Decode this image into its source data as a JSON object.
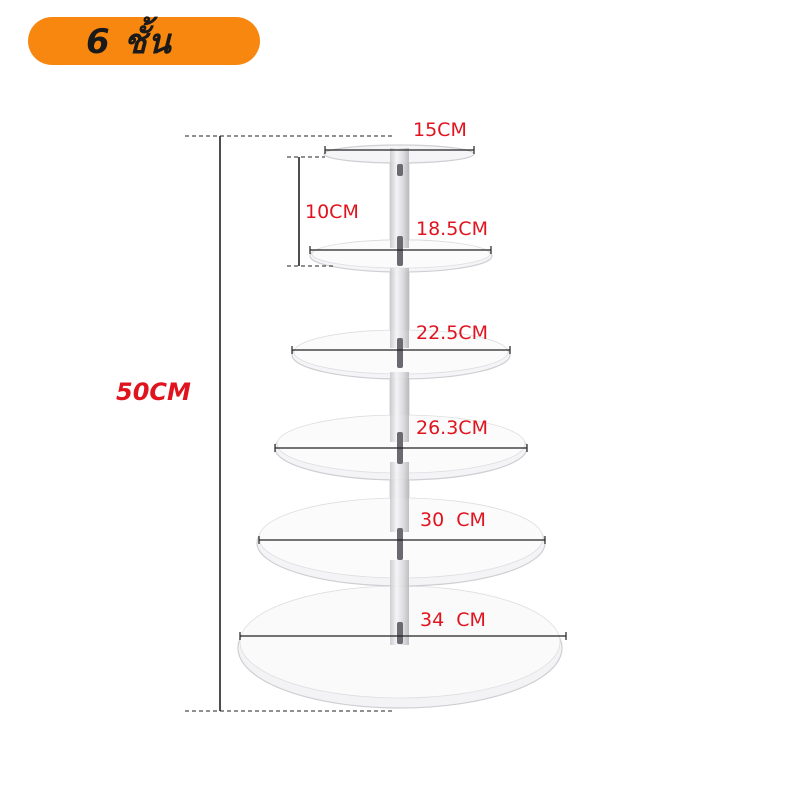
{
  "badge": {
    "text": "6 ชั้น",
    "color": "#f7870f"
  },
  "dimensions": {
    "total_height": "50CM",
    "tier_spacing": "10CM",
    "tiers": [
      {
        "diameter": "15CM"
      },
      {
        "diameter": "18.5CM"
      },
      {
        "diameter": "22.5CM"
      },
      {
        "diameter": "26.3CM"
      },
      {
        "diameter": "30  CM"
      },
      {
        "diameter": "34  CM"
      }
    ]
  },
  "colors": {
    "label": "#e0141e",
    "line": "#222222"
  }
}
